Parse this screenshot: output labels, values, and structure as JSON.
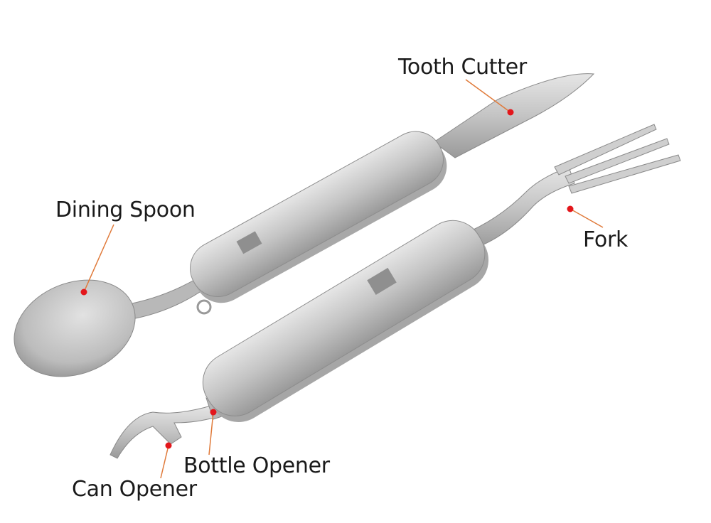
{
  "colors": {
    "label_text": "#1a1a1a",
    "leader_line": "#e07a3a",
    "marker_dot": "#e3161b",
    "steel_light": "#d9d9d9",
    "steel_mid": "#b8b8b8",
    "steel_dark": "#8a8a8a"
  },
  "callouts": [
    {
      "id": "tooth-cutter",
      "label": "Tooth Cutter"
    },
    {
      "id": "dining-spoon",
      "label": "Dining Spoon"
    },
    {
      "id": "fork",
      "label": "Fork"
    },
    {
      "id": "bottle-opener",
      "label": "Bottle Opener"
    },
    {
      "id": "can-opener",
      "label": "Can Opener"
    }
  ]
}
